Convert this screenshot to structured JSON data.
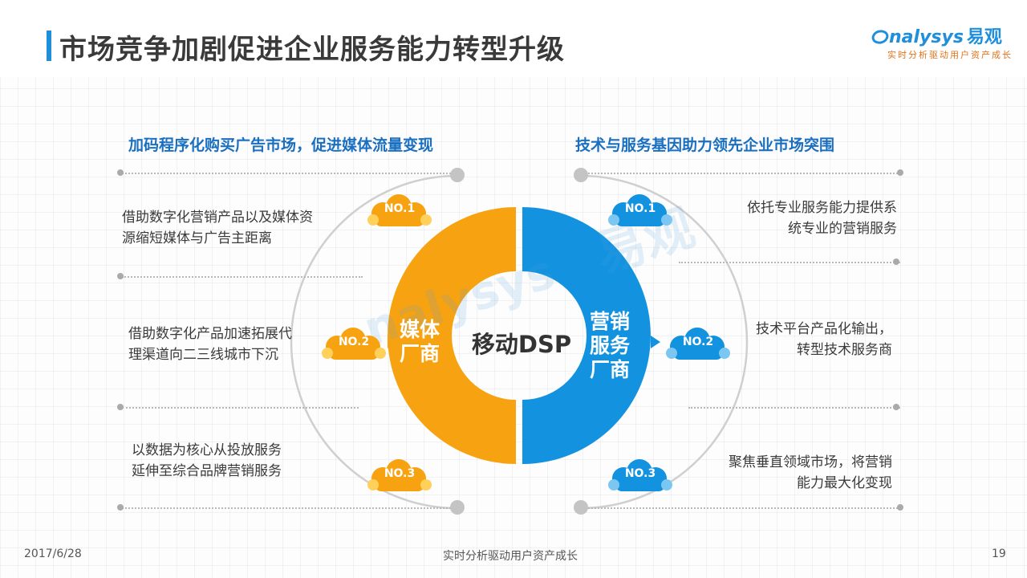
{
  "slide": {
    "title": "市场竞争加剧促进企业服务能力转型升级",
    "logo": {
      "brand": "nalysys",
      "brand_cn": "易观",
      "tagline": "实时分析驱动用户资产成长"
    },
    "left": {
      "heading": "加码程序化购买广告市场，促进媒体流量变现",
      "items": [
        {
          "badge": "NO.1",
          "line1": "借助数字化营销产品以及媒体资",
          "line2": "源缩短媒体与广告主距离"
        },
        {
          "badge": "NO.2",
          "line1": "借助数字化产品加速拓展代",
          "line2": "理渠道向二三线城市下沉"
        },
        {
          "badge": "NO.3",
          "line1": "以数据为核心从投放服务",
          "line2": "延伸至综合品牌营销服务"
        }
      ]
    },
    "right": {
      "heading": "技术与服务基因助力领先企业市场突围",
      "items": [
        {
          "badge": "NO.1",
          "line1": "依托专业服务能力提供系",
          "line2": "统专业的营销服务"
        },
        {
          "badge": "NO.2",
          "line1": "技术平台产品化输出，",
          "line2": "转型技术服务商"
        },
        {
          "badge": "NO.3",
          "line1": "聚焦垂直领域市场，将营销",
          "line2": "能力最大化变现"
        }
      ]
    },
    "center": {
      "left_label_1": "媒体",
      "left_label_2": "厂商",
      "right_label_1": "营销",
      "right_label_2": "服务",
      "right_label_3": "厂商",
      "core": "移动DSP"
    },
    "footer": {
      "date": "2017/6/28",
      "tagline": "实时分析驱动用户资产成长",
      "page": "19"
    },
    "colors": {
      "orange": "#f7a311",
      "blue": "#1392e0",
      "title_blue": "#1a6fc0",
      "accent_bar": "#1f8fdc"
    }
  }
}
